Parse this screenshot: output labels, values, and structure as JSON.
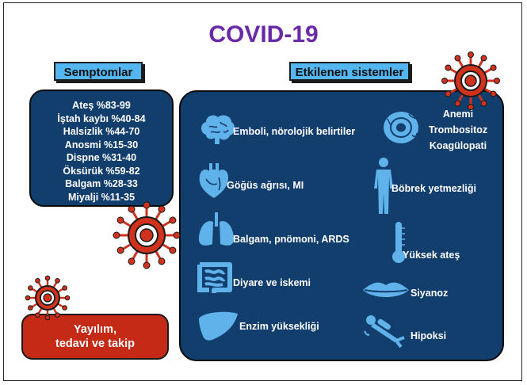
{
  "title": "COVID-19",
  "headers": {
    "symptoms": "Semptomlar",
    "systems": "Etkilenen sistemler"
  },
  "symptoms": [
    "Ateş %83-99",
    "İştah kaybı %40-84",
    "Halsizlik %44-70",
    "Anosmi %15-30",
    "Dispne %31-40",
    "Öksürük %59-82",
    "Balgam %28-33",
    "Miyalji %11-35"
  ],
  "systems": {
    "brain": "Emboli, nörolojik belirtiler",
    "heart": "Göğüs ağrısı, MI",
    "lungs": "Balgam, pnömoni, ARDS",
    "intestine": "Diyare ve iskemi",
    "liver": "Enzim yüksekliği",
    "blood": [
      "Anemi",
      "Trombositoz",
      "Koagülopati"
    ],
    "kidney": "Böbrek yetmezliği",
    "fever": "Yüksek ateş",
    "lips": "Siyanoz",
    "oxygen": "Hipoksi"
  },
  "spread": [
    "Yayılım,",
    "tedavi ve takip"
  ],
  "colors": {
    "title": "#6a2aa8",
    "tag": "#54b6f0",
    "panel": "#123e6e",
    "spread": "#c42a16",
    "virus": "#d0321e",
    "icon": "#5fb3ea"
  },
  "icons": [
    "brain-icon",
    "heart-icon",
    "lungs-icon",
    "intestine-icon",
    "liver-icon",
    "blood-cell-icon",
    "human-body-icon",
    "thermometer-icon",
    "lips-icon",
    "diver-icon",
    "virus-icon"
  ]
}
